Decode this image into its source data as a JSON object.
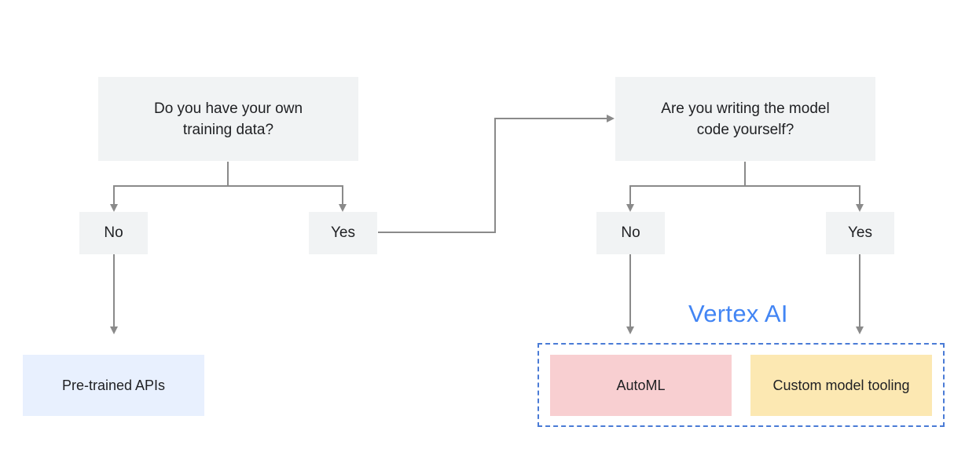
{
  "colors": {
    "question_bg": "#f1f3f4",
    "answer_bg": "#f1f3f4",
    "pretrained_bg": "#e8f0fe",
    "automl_bg": "#f8cfd1",
    "custom_bg": "#fce8b2",
    "vertex_text": "#4285f4",
    "connector": "#8a8a8a"
  },
  "question1": {
    "line1": "Do you have your own",
    "line2": "training data?"
  },
  "question1_no": "No",
  "question1_yes": "Yes",
  "question2": {
    "line1": "Are you writing the model",
    "line2": "code yourself?"
  },
  "question2_no": "No",
  "question2_yes": "Yes",
  "results": {
    "pretrained": "Pre-trained APIs",
    "automl": "AutoML",
    "custom": "Custom model tooling"
  },
  "vertex_label": "Vertex AI"
}
